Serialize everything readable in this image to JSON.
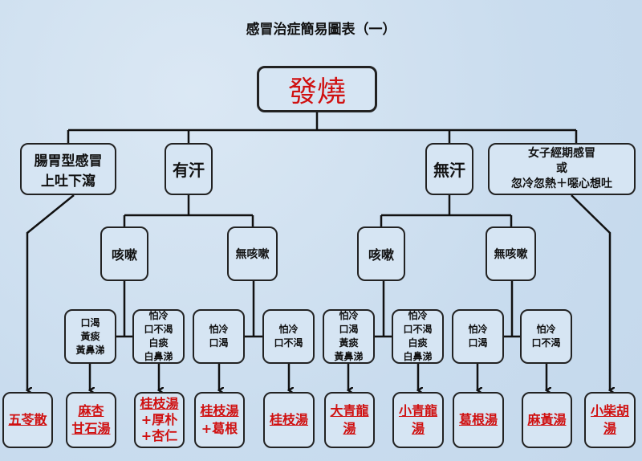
{
  "title": "感冒治症簡易圖表（一）",
  "root": "發燒",
  "level2": {
    "gi": [
      "腸胃型感冒",
      "上吐下瀉"
    ],
    "sweat": "有汗",
    "nosweat": "無汗",
    "female": [
      "女子經期感冒",
      "或",
      "忽冷忽熱＋噁心想吐"
    ]
  },
  "level3": {
    "sweat_cough": "咳嗽",
    "sweat_nocough": "無咳嗽",
    "nosweat_cough": "咳嗽",
    "nosweat_nocough": "無咳嗽"
  },
  "symptoms": [
    [
      "口渴",
      "黃痰",
      "黃鼻涕"
    ],
    [
      "怕冷",
      "口不渴",
      "白痰",
      "白鼻涕"
    ],
    [
      "怕冷",
      "口渴"
    ],
    [
      "怕冷",
      "口不渴"
    ],
    [
      "怕冷",
      "口渴",
      "黃痰",
      "黃鼻涕"
    ],
    [
      "怕冷",
      "口不渴",
      "白痰",
      "白鼻涕"
    ],
    [
      "怕冷",
      "口渴"
    ],
    [
      "怕冷",
      "口不渴"
    ]
  ],
  "prescriptions": [
    [
      "五苓散"
    ],
    [
      "麻杏",
      "甘石湯"
    ],
    [
      "桂枝湯",
      "+厚朴",
      "+杏仁"
    ],
    [
      "桂枝湯",
      "+葛根"
    ],
    [
      "桂枝湯"
    ],
    [
      "大青龍",
      "湯"
    ],
    [
      "小青龍",
      "湯"
    ],
    [
      "葛根湯"
    ],
    [
      "麻黃湯"
    ],
    [
      "小柴胡",
      "湯"
    ]
  ]
}
